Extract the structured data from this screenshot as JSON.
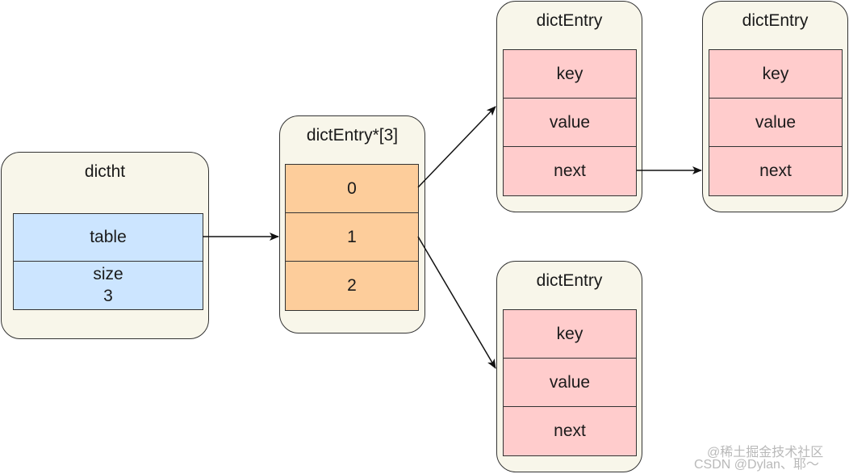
{
  "dictht": {
    "title": "dictht",
    "table_label": "table",
    "size_label": "size",
    "size_value": "3"
  },
  "bucket_array": {
    "title": "dictEntry*[3]",
    "slots": [
      "0",
      "1",
      "2"
    ]
  },
  "entries": [
    {
      "title": "dictEntry",
      "fields": [
        "key",
        "value",
        "next"
      ]
    },
    {
      "title": "dictEntry",
      "fields": [
        "key",
        "value",
        "next"
      ]
    },
    {
      "title": "dictEntry",
      "fields": [
        "key",
        "value",
        "next"
      ]
    }
  ],
  "edges": [
    {
      "from": "dictht.table",
      "to": "dictEntry*[3]"
    },
    {
      "from": "slot 0",
      "to": "dictEntry (top)"
    },
    {
      "from": "slot 1",
      "to": "dictEntry (bottom)"
    },
    {
      "from": "dictEntry (top).next",
      "to": "dictEntry (right)"
    }
  ],
  "watermark": {
    "line1": "@稀土掘金技术社区",
    "line2": "CSDN @Dylan、耶～"
  },
  "colors": {
    "group_bg": "#f8f6ea",
    "dictht_cells": "#cce5ff",
    "bucket_cells": "#fdcd9b",
    "entry_cells": "#ffcccc",
    "stroke": "#333333"
  }
}
